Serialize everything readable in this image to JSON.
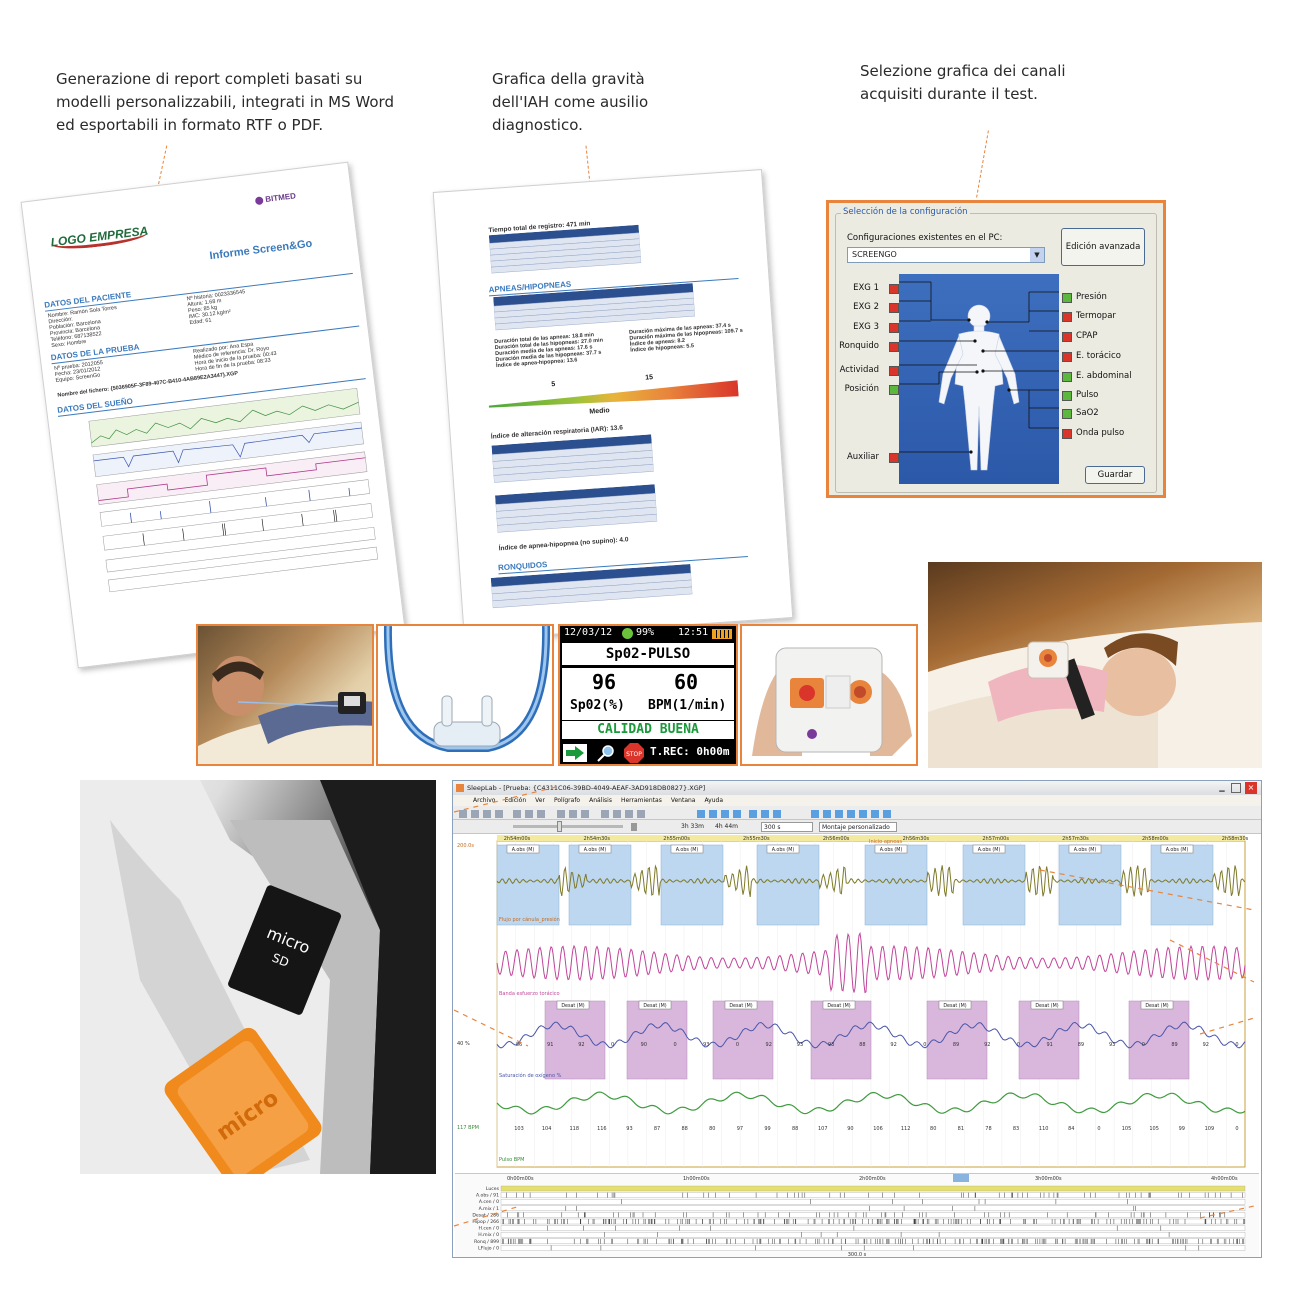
{
  "captions": {
    "report": "Generazione di report completi basati su modelli personalizzabili, integrati in MS Word ed esportabili in formato RTF o PDF.",
    "iah": "Grafica della gravità dell'IAH come ausilio diagnostico.",
    "channels": "Selezione grafica dei canali acquisiti durante il test."
  },
  "report_page": {
    "logo": "LOGO EMPRESA",
    "brand": "BITMED",
    "title": "Informe Screen&Go",
    "sections": [
      "DATOS DEL PACIENTE",
      "DATOS DE LA PRUEBA",
      "DATOS DEL SUEÑO"
    ],
    "patient_left": [
      "Nombre: Ramón Sola Torres",
      "Dirección:",
      "Población: Barcelona",
      "Provincia: Barcelona",
      "Teléfono: 687138522",
      "Sexo: Hombre"
    ],
    "patient_right": [
      "Nº historia: 0023336545",
      "Altura: 1.68 m",
      "Peso: 85 kg",
      "IMC: 30.12 kg/m²",
      "Edad: 61"
    ],
    "test_left": [
      "Nº prueba: 2012055",
      "Fecha: 23/01/2012",
      "Equipo: ScreenGo"
    ],
    "test_right": [
      "Realizado por: Ana Espa",
      "Médico de referencia: Dr. Royo",
      "Hora de inicio de la prueba: 00:43",
      "Hora de fin de la prueba: 08:33"
    ],
    "file": "Nombre del fichero: {5036905F-3F89-407C-B410-4AB89E2A3447}.XGP"
  },
  "iah_page": {
    "total_time": "Tiempo total de registro: 471 min",
    "apneas_title": "APNEAS/HIPOPNEAS",
    "stats": [
      "Duración total de las apneas: 18.8 min",
      "Duración total de las hipopneas: 27.0 min",
      "Duración media de las apneas: 17.6 s",
      "Duración media de las hipopneas: 37.7 s",
      "Índice de apnea-hipopnea: 13.6"
    ],
    "stats_right": [
      "Duración máxima de las apneas: 37.4 s",
      "Duración máxima de las hipopneas: 109.7 s",
      "Índice de apneas: 8.2",
      "Índice de hipopneas: 5.5"
    ],
    "gauge_low": "5",
    "gauge_high": "15",
    "gauge_label": "Medio",
    "iar": "Índice de alteración respiratoria (IAR): 13.6",
    "no_supine": "Índice de apnea-hipopnea (no supino): 4.0",
    "ronquidos": "RONQUIDOS"
  },
  "config": {
    "title": "Selección de la configuración",
    "existing_label": "Configuraciones existentes en el PC:",
    "selected": "SCREENGO",
    "advanced_button": "Edición avanzada",
    "save_button": "Guardar",
    "left_channels": [
      {
        "label": "EXG 1",
        "color": "red"
      },
      {
        "label": "EXG 2",
        "color": "red"
      },
      {
        "label": "EXG 3",
        "color": "red"
      },
      {
        "label": "Ronquido",
        "color": "red"
      },
      {
        "label": "Actividad",
        "color": "red"
      },
      {
        "label": "Posición",
        "color": "green"
      },
      {
        "label": "Auxiliar",
        "color": "red"
      }
    ],
    "right_channels": [
      {
        "label": "Presión",
        "color": "green"
      },
      {
        "label": "Termopar",
        "color": "red"
      },
      {
        "label": "CPAP",
        "color": "red"
      },
      {
        "label": "E. torácico",
        "color": "red"
      },
      {
        "label": "E. abdominal",
        "color": "green"
      },
      {
        "label": "Pulso",
        "color": "green"
      },
      {
        "label": "SaO2",
        "color": "green"
      },
      {
        "label": "Onda pulso",
        "color": "red"
      }
    ]
  },
  "device": {
    "date": "12/03/12",
    "battery": "99%",
    "time": "12:51",
    "title": "Sp02-PULSO",
    "spo2": "96",
    "bpm": "60",
    "spo2_unit": "Sp02(%)",
    "bpm_unit": "BPM(1/min)",
    "quality": "CALIDAD BUENA",
    "rec": "T.REC: 0h00m"
  },
  "card": {
    "label1": "micro",
    "label2": "SD"
  },
  "sleeplab": {
    "title": "SleepLab - [Prueba: {C4311C06-39BD-4049-AEAF-3AD918DB0827}.XGP]",
    "menu": [
      "Archivo",
      "Edición",
      "Ver",
      "Polígrafo",
      "Análisis",
      "Herramientas",
      "Ventana",
      "Ayuda"
    ],
    "toolbar2": [
      "3h 33m",
      "4h 44m",
      "300 s",
      "Montaje personalizado"
    ],
    "time_marks": [
      "2h54m00s",
      "2h54m30s",
      "2h55m00s",
      "2h55m30s",
      "2h56m00s",
      "2h56m30s",
      "2h57m00s",
      "2h57m30s",
      "2h58m00s",
      "2h58m30s"
    ],
    "event_label": "A.obs (M)",
    "event_label2": "Desat (M)",
    "inicio_label": "Inicio apneas",
    "channel_labels": [
      "Flujo por cánula_presión",
      "Banda esfuerzo torácico",
      "Saturación de oxígeno %",
      "Pulso BPM"
    ],
    "scale_labels": [
      "200.0s",
      "40 %",
      "117 BPM"
    ],
    "spo2_values": [
      "86",
      "91",
      "92",
      "0",
      "90",
      "0",
      "93",
      "0",
      "92",
      "93",
      "93",
      "88",
      "92",
      "0",
      "89",
      "92",
      "0",
      "91",
      "89",
      "93",
      "0",
      "89",
      "92",
      "0"
    ],
    "pulse_values": [
      "103",
      "104",
      "118",
      "116",
      "93",
      "87",
      "88",
      "80",
      "97",
      "99",
      "88",
      "107",
      "90",
      "106",
      "112",
      "80",
      "81",
      "78",
      "83",
      "110",
      "84",
      "0",
      "105",
      "105",
      "99",
      "109",
      "0"
    ],
    "overview_marks": [
      "0h00m00s",
      "1h00m00s",
      "2h00m00s",
      "3h00m00s",
      "4h00m00s"
    ],
    "overview_channels": [
      "Luces",
      "A.obs / 91",
      "A.cen / 0",
      "A.mix / 1",
      "Desat / 286",
      "Hipop / 266",
      "H.cen / 0",
      "H.mix / 0",
      "Ronq / 899",
      "LFlujo / 0"
    ],
    "footer": "300.0 s"
  },
  "colors": {
    "accent": "#e8843c",
    "blue": "#3a7abd",
    "event_blue": "#bcd7ef",
    "event_purple": "#d9b7dd",
    "flow": "#7e7a2a",
    "thoracic": "#c0459a",
    "spo2": "#4a56a8",
    "pulse": "#3f9a3f"
  }
}
